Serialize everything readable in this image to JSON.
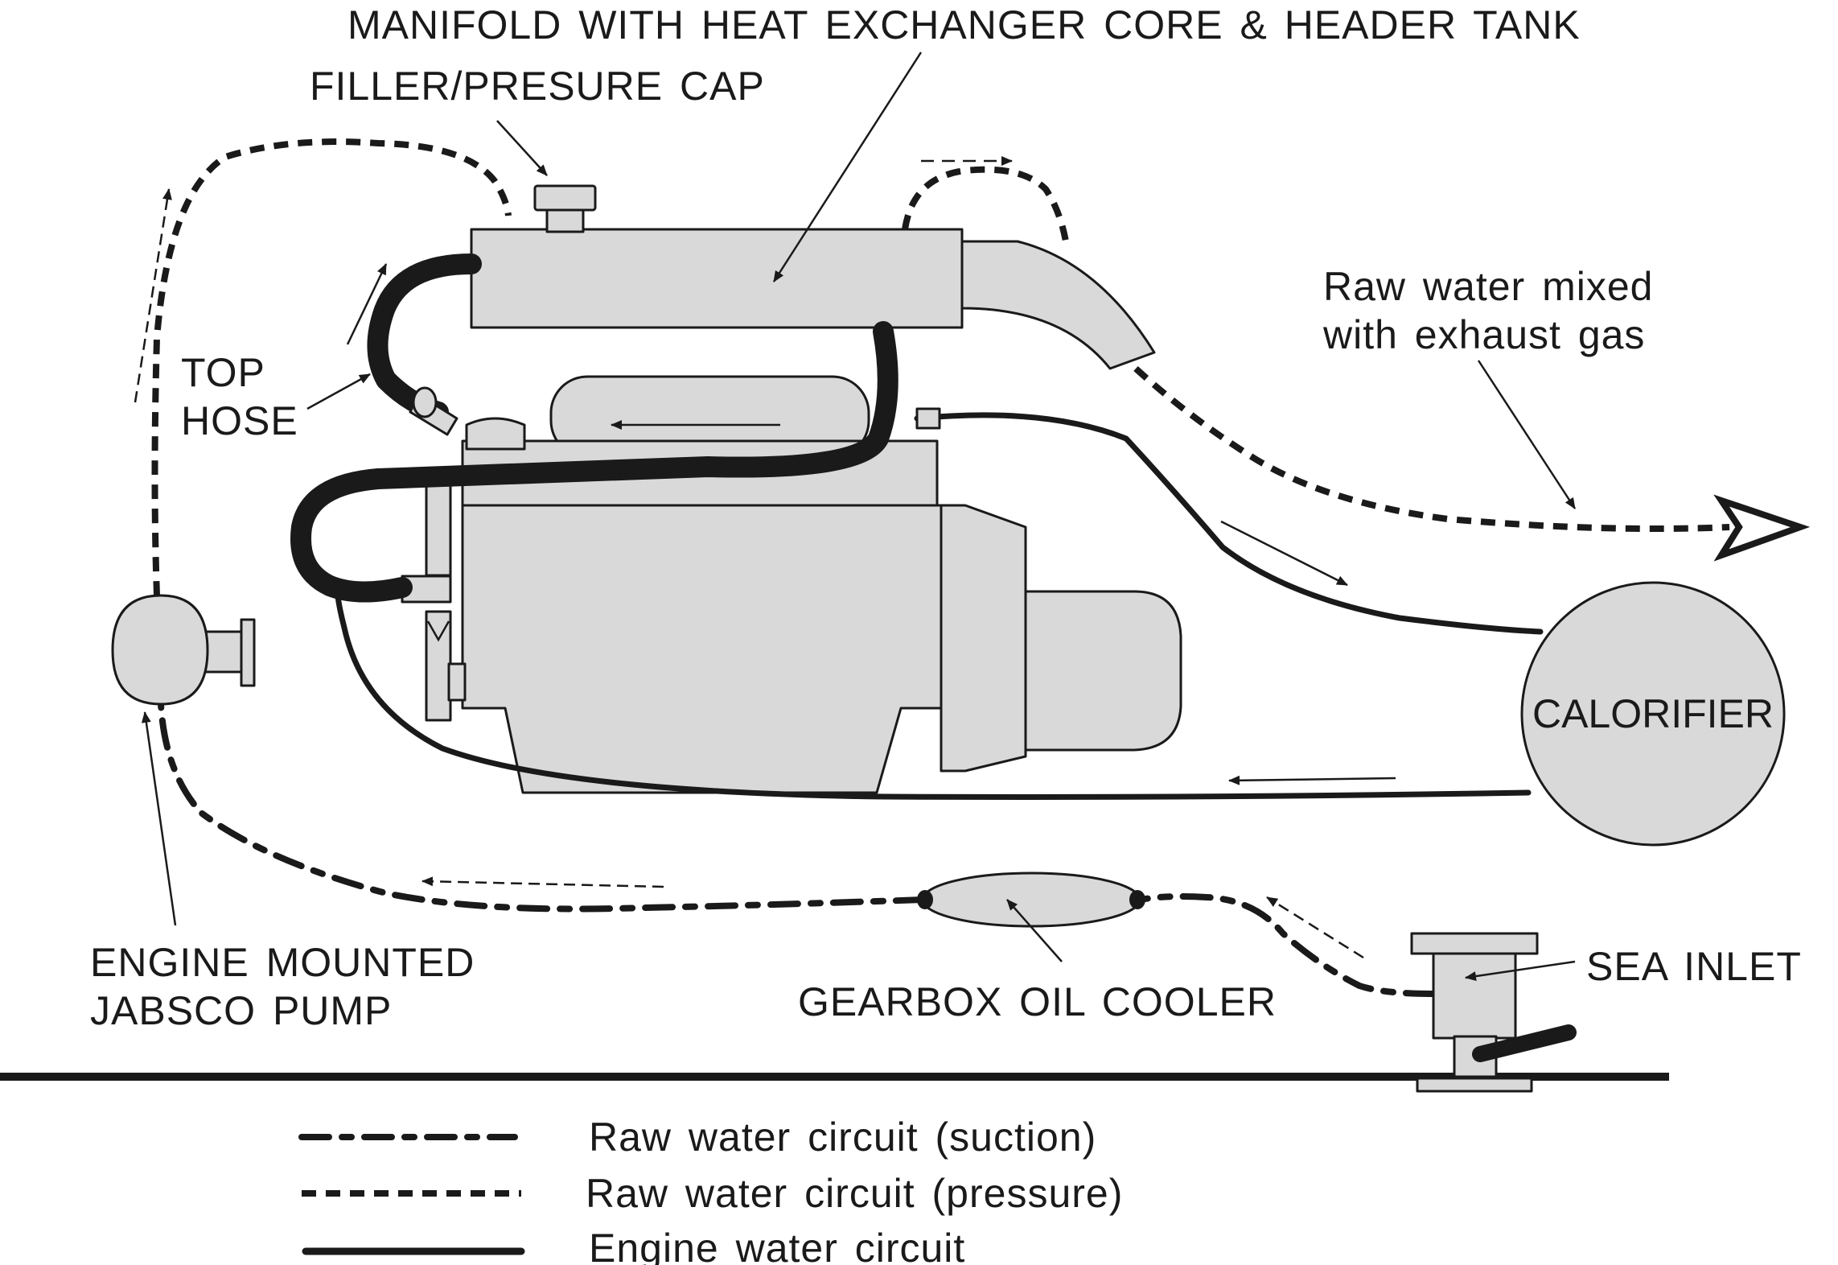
{
  "labels": {
    "manifold": "MANIFOLD WITH HEAT EXCHANGER CORE & HEADER TANK",
    "filler_cap": "FILLER/PRESURE CAP",
    "top_hose_line1": "TOP",
    "top_hose_line2": "HOSE",
    "raw_water_mixed_line1": "Raw water mixed",
    "raw_water_mixed_line2": "with exhaust gas",
    "calorifier": "CALORIFIER",
    "engine_pump_line1": "ENGINE MOUNTED",
    "engine_pump_line2": "JABSCO PUMP",
    "gearbox_oil_cooler": "GEARBOX OIL COOLER",
    "sea_inlet": "SEA INLET"
  },
  "legend": [
    {
      "line_style": "raw-suction",
      "label": "Raw water circuit (suction)"
    },
    {
      "line_style": "raw-pressure",
      "label": "Raw water circuit (pressure)"
    },
    {
      "line_style": "engine-water",
      "label": "Engine water circuit"
    }
  ],
  "colors": {
    "ink": "#1a1a1a",
    "component_fill": "#d9d9d9",
    "background": "#ffffff"
  }
}
